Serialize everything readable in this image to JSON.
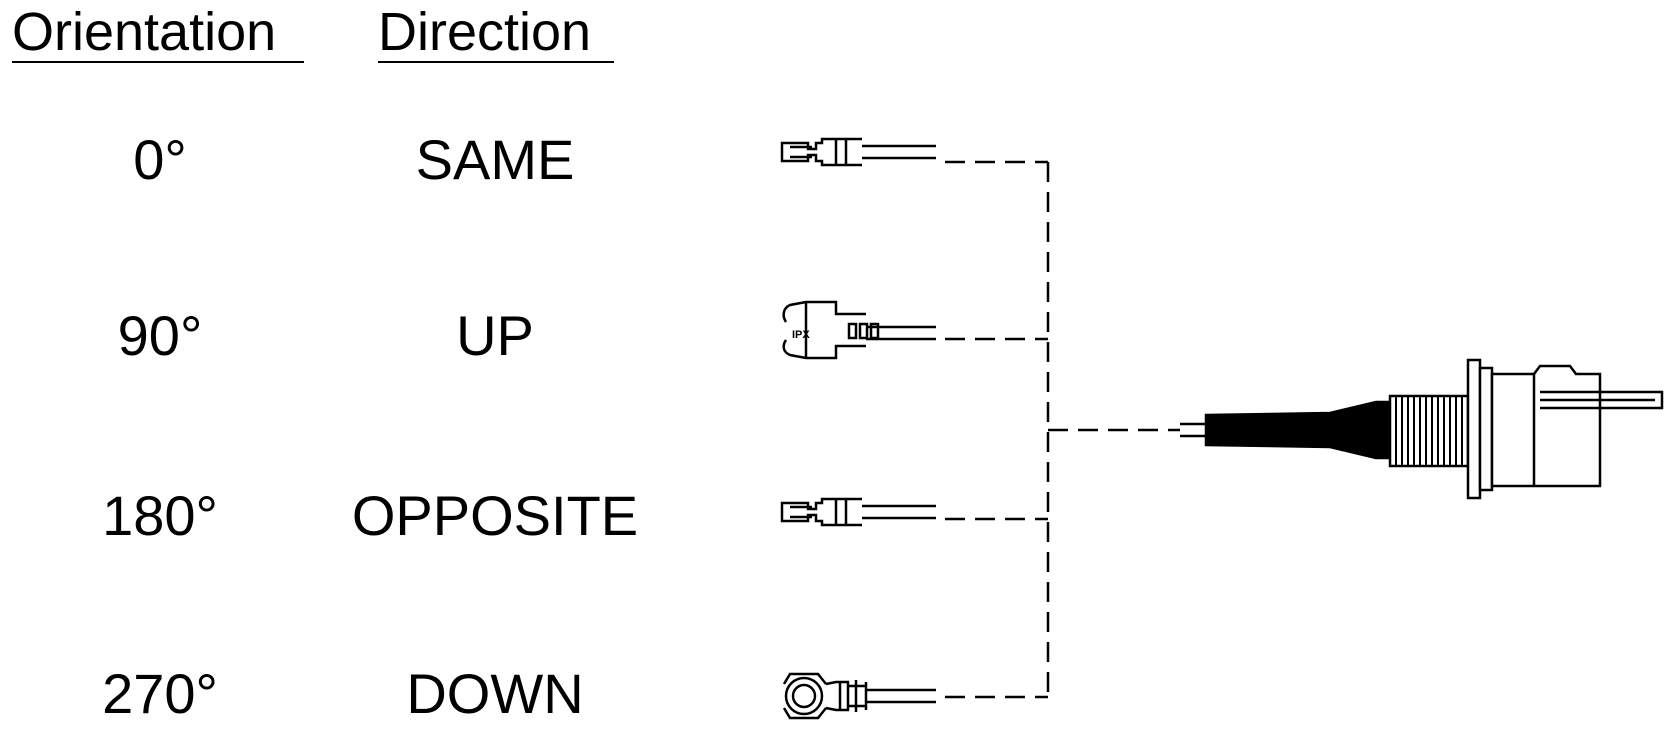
{
  "headers": {
    "orientation": "Orientation",
    "direction": "Direction"
  },
  "rows": [
    {
      "orientation": "0°",
      "direction": "SAME"
    },
    {
      "orientation": "90°",
      "direction": "UP"
    },
    {
      "orientation": "180°",
      "direction": "OPPOSITE"
    },
    {
      "orientation": "270°",
      "direction": "DOWN"
    }
  ],
  "connector_marking": "IPX",
  "colors": {
    "line": "#000000",
    "background": "#ffffff"
  }
}
